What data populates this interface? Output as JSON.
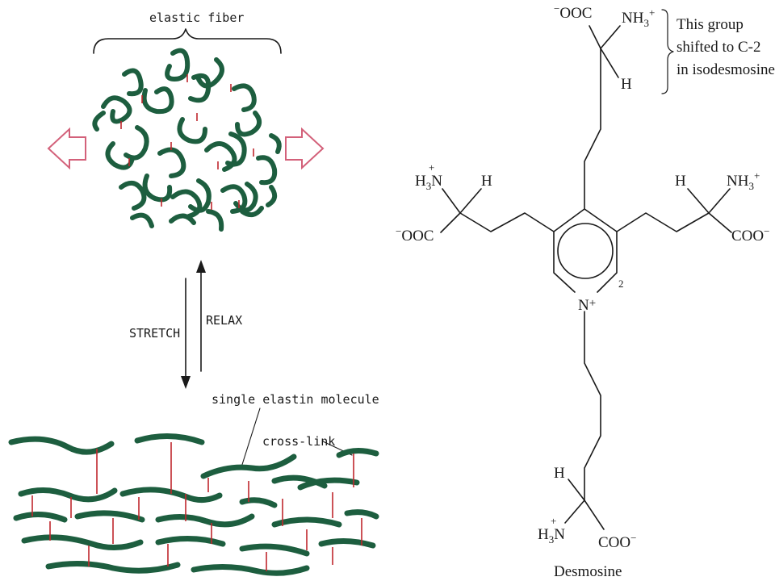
{
  "left_panel": {
    "fiber_label": "elastic fiber",
    "stretch_label": "STRETCH",
    "relax_label": "RELAX",
    "molecule_label": "single elastin molecule",
    "crosslink_label": "cross-link"
  },
  "right_panel": {
    "note_line1": "This group",
    "note_line2": "shifted to C-2",
    "note_line3": "in isodesmosine",
    "caption": "Desmosine",
    "ring_n": "N",
    "ring_n_charge": "+",
    "ring_position": "2",
    "h": "H",
    "nh3": "NH",
    "h3": "H",
    "n": "N",
    "sub3": "3",
    "plus": "+",
    "minus": "−",
    "ooc": "OOC",
    "coo": "COO"
  },
  "colors": {
    "chain": "#1d5e3f",
    "crosslink": "#c0272d",
    "arrow_outline": "#d3617a",
    "ink": "#1a1a1a"
  }
}
